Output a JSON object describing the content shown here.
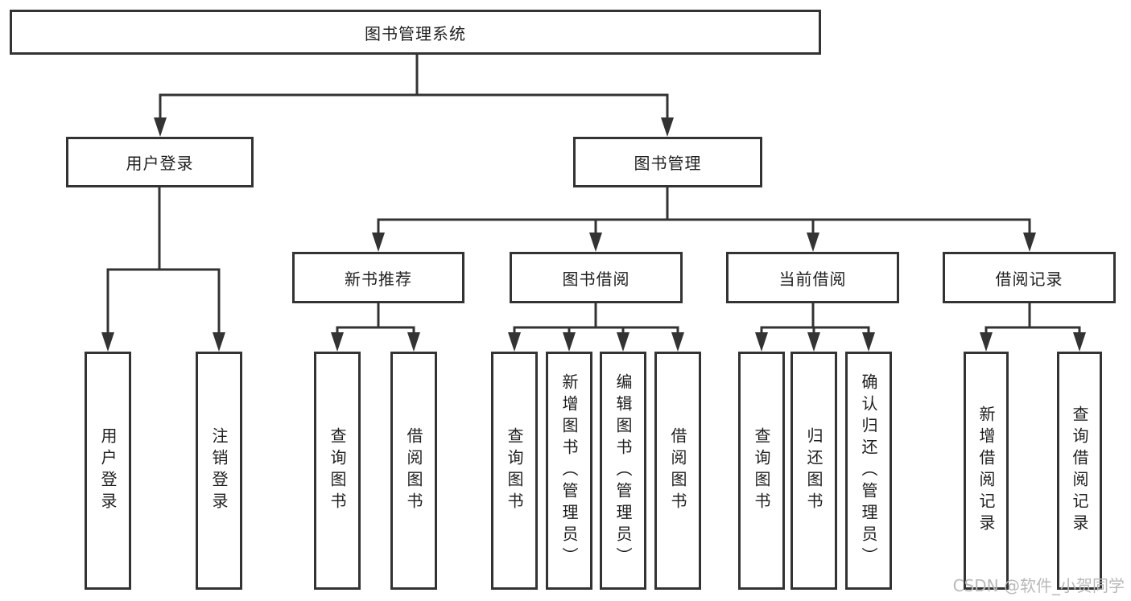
{
  "tree": {
    "label": "图书管理系统",
    "children": [
      {
        "label": "用户登录",
        "children": [
          {
            "label": "用户登录"
          },
          {
            "label": "注销登录"
          }
        ]
      },
      {
        "label": "图书管理",
        "children": [
          {
            "label": "新书推荐",
            "children": [
              {
                "label": "查询图书"
              },
              {
                "label": "借阅图书"
              }
            ]
          },
          {
            "label": "图书借阅",
            "children": [
              {
                "label": "查询图书"
              },
              {
                "label": "新增图书（管理员）"
              },
              {
                "label": "编辑图书（管理员）"
              },
              {
                "label": "借阅图书"
              }
            ]
          },
          {
            "label": "当前借阅",
            "children": [
              {
                "label": "查询图书"
              },
              {
                "label": "归还图书"
              },
              {
                "label": "确认归还（管理员）"
              }
            ]
          },
          {
            "label": "借阅记录",
            "children": [
              {
                "label": "新增借阅记录"
              },
              {
                "label": "查询借阅记录"
              }
            ]
          }
        ]
      }
    ]
  },
  "watermark": {
    "text": "CSDN @软件_小贺同学"
  },
  "colors": {
    "line": "#333333",
    "box_border": "#333333",
    "text": "#1f1f1f",
    "background": "#ffffff",
    "watermark": "#b9b9b9"
  }
}
